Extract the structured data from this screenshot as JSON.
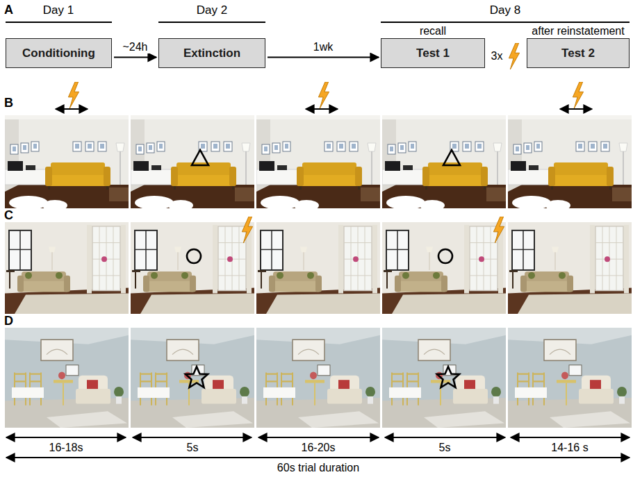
{
  "diagram": {
    "nodes": [
      {
        "text": [
          "Conditioning"
        ]
      },
      {
        "text": [
          "Extinction"
        ]
      },
      {
        "text": [
          "Test 1"
        ]
      },
      {
        "text": [
          "Test 2"
        ]
      }
    ],
    "edges": [
      {
        "from": 0,
        "to": 1,
        "label": "~24h",
        "arrow": "to"
      },
      {
        "from": 1,
        "to": 2,
        "label": "1wk",
        "arrow": "to"
      }
    ],
    "labels": [
      "A",
      "Day 1",
      "Day 2",
      "Day 8",
      "recall",
      "after reinstatement",
      "3x",
      "B",
      "C",
      "D",
      "16-18s",
      "5s",
      "16-20s",
      "5s",
      "14-16 s",
      "60s trial duration"
    ]
  }
}
